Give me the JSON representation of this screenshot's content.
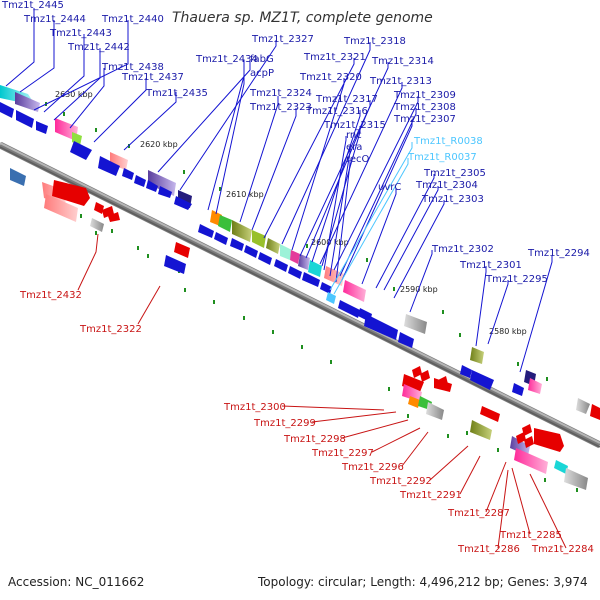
{
  "header": {
    "title": "Thauera sp. MZ1T, complete genome"
  },
  "footer": {
    "accession": "Accession: NC_011662",
    "summary": "Topology: circular; Length: 4,496,212 bp; Genes: 3,974"
  },
  "scale_ticks": [
    "2630 kbp",
    "2620 kbp",
    "2610 kbp",
    "2600 kbp",
    "2590 kbp",
    "2580 kbp"
  ],
  "gene_labels_top": [
    "Tmz1t_2445",
    "Tmz1t_2444",
    "Tmz1t_2440",
    "Tmz1t_2443",
    "Tmz1t_2442",
    "Tmz1t_2438",
    "Tmz1t_2437",
    "Tmz1t_2435",
    "Tmz1t_2434",
    "Tmz1t_2327",
    "fabG",
    "acpP",
    "Tmz1t_2324",
    "Tmz1t_2323",
    "Tmz1t_2321",
    "Tmz1t_2318",
    "Tmz1t_2320",
    "Tmz1t_2314",
    "Tmz1t_2317",
    "Tmz1t_2316",
    "Tmz1t_2313",
    "Tmz1t_2309",
    "Tmz1t_2308",
    "Tmz1t_2307",
    "Tmz1t_2315",
    "rnc",
    "era",
    "recO",
    "uvrC",
    "Tmz1t_2305",
    "Tmz1t_2304",
    "Tmz1t_2303",
    "Tmz1t_2302",
    "Tmz1t_2294",
    "Tmz1t_2301",
    "Tmz1t_2295"
  ],
  "rna_labels": [
    "Tmz1t_R0038",
    "Tmz1t_R0037"
  ],
  "gene_labels_bottom": [
    "Tmz1t_2432",
    "Tmz1t_2322",
    "Tmz1t_2300",
    "Tmz1t_2299",
    "Tmz1t_2298",
    "Tmz1t_2297",
    "Tmz1t_2296",
    "Tmz1t_2292",
    "Tmz1t_2291",
    "Tmz1t_2287",
    "Tmz1t_2285",
    "Tmz1t_2286",
    "Tmz1t_2284"
  ],
  "colors": {
    "forward_gene": "#1414d2",
    "reverse_gene": "#e60000",
    "rna": "#4cc6ff",
    "backbone": "#8c8c8c",
    "tick": "#1f8f1f"
  }
}
